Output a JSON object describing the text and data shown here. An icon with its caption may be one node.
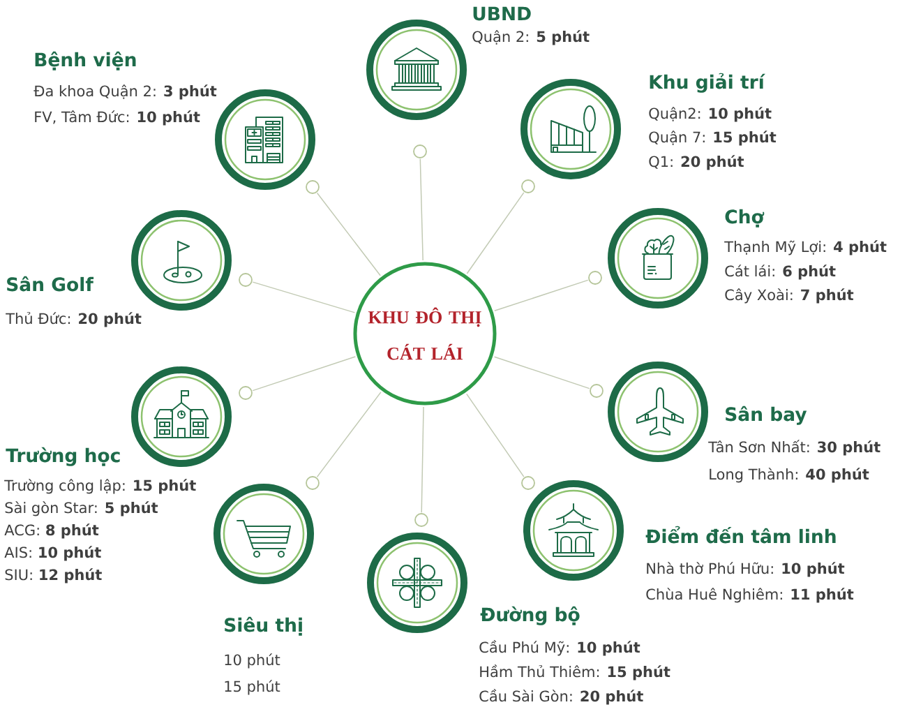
{
  "diagram": {
    "nodes": [
      {
        "text": [
          "KHU ĐÔ THỊ CÁT LÁI"
        ]
      },
      {
        "text": [
          "UBND",
          "Quận 2: **5 phút**"
        ]
      },
      {
        "text": [
          "Khu giải trí",
          "Quận2: **10 phút**",
          "Quận 7: **15 phút**",
          "Q1: **20 phút**"
        ]
      },
      {
        "text": [
          "Chợ",
          "Thạnh Mỹ Lợi: **4 phút**",
          "Cát lái: **6 phút**",
          "Cây Xoài: **7 phút**"
        ]
      },
      {
        "text": [
          "Sân bay",
          "Tân Sơn Nhất: **30 phút**",
          "Long Thành: **40 phút**"
        ]
      },
      {
        "text": [
          "Điểm đến tâm linh",
          "Nhà thờ Phú Hữu: **10 phút**",
          "Chùa Huê Nghiêm: **11 phút**"
        ]
      },
      {
        "text": [
          "Đường bộ",
          "Cầu Phú Mỹ: **10 phút**",
          "Hầm Thủ Thiêm: **15 phút**",
          "Cầu Sài Gòn: **20 phút**"
        ]
      },
      {
        "text": [
          "Siêu thị",
          "10 phút",
          "15 phút"
        ]
      },
      {
        "text": [
          "Trường học",
          "Trường công lập: **15 phút**",
          "Sài gòn Star: **5 phút**",
          "ACG: **8 phút**",
          "AIS: **10 phút**",
          "SIU: **12 phút**"
        ]
      },
      {
        "text": [
          "Sân Golf",
          "Thủ Đức: **20 phút**"
        ]
      },
      {
        "text": [
          "Bệnh viện",
          "Đa khoa Quận 2: **3 phút**",
          "FV, Tâm Đức: **10 phút**"
        ]
      },
      {
        "text": [],
        "shape": "circle"
      },
      {
        "text": [],
        "shape": "circle"
      },
      {
        "text": [],
        "shape": "circle"
      },
      {
        "text": [],
        "shape": "circle"
      },
      {
        "text": [],
        "shape": "circle"
      },
      {
        "text": [],
        "shape": "circle"
      },
      {
        "text": [],
        "shape": "circle"
      },
      {
        "text": [],
        "shape": "circle"
      },
      {
        "text": [],
        "shape": "circle"
      },
      {
        "text": [],
        "shape": "circle"
      }
    ],
    "edges": [
      {
        "from": 0,
        "to": 11,
        "arrow": "none"
      },
      {
        "from": 0,
        "to": 12,
        "arrow": "none"
      },
      {
        "from": 0,
        "to": 13,
        "arrow": "none"
      },
      {
        "from": 0,
        "to": 14,
        "arrow": "none"
      },
      {
        "from": 0,
        "to": 15,
        "arrow": "none"
      },
      {
        "from": 0,
        "to": 16,
        "arrow": "none"
      },
      {
        "from": 0,
        "to": 17,
        "arrow": "none"
      },
      {
        "from": 0,
        "to": 18,
        "arrow": "none"
      },
      {
        "from": 0,
        "to": 19,
        "arrow": "none"
      },
      {
        "from": 0,
        "to": 20,
        "arrow": "none"
      }
    ]
  }
}
